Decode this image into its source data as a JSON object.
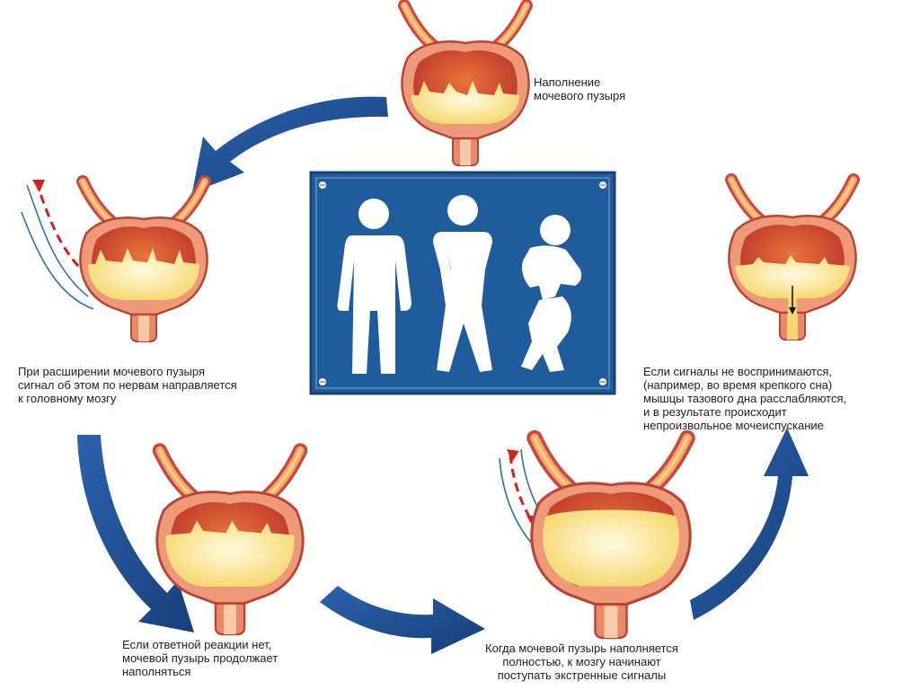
{
  "captions": {
    "filling": [
      "Наполнение",
      "мочевого пузыря"
    ],
    "signal": [
      "При расширении мочевого пузыря",
      "сигнал об этом по нервам направляется",
      "к головному мозгу"
    ],
    "no_response": [
      "Если ответной реакции нет,",
      "мочевой пузырь продолжает",
      "наполняться"
    ],
    "full": [
      "Когда мочевой пузырь наполняется",
      "полностью, к мозгу начинают",
      "поступать экстренные сигналы"
    ],
    "ignored": [
      "Если сигналы не воспринимаются,",
      "(например, во время крепкого сна)",
      "мышцы тазового дна расслабляются,",
      "и в результате происходит",
      "непроизвольное мочеиспускание"
    ]
  },
  "colors": {
    "arrow": "#1f4f95",
    "sign_bg": "#1f5c9c",
    "bladder_wall": "#e07a5a",
    "bladder_inner": "#c0392b",
    "urine": "#fbe89a",
    "nerve_red": "#d62020",
    "nerve_blue": "#2a6fc0"
  },
  "icons": [
    "bladder-icon",
    "restroom-sign-icon",
    "cycle-arrow-icon",
    "nerve-signal-icon"
  ]
}
